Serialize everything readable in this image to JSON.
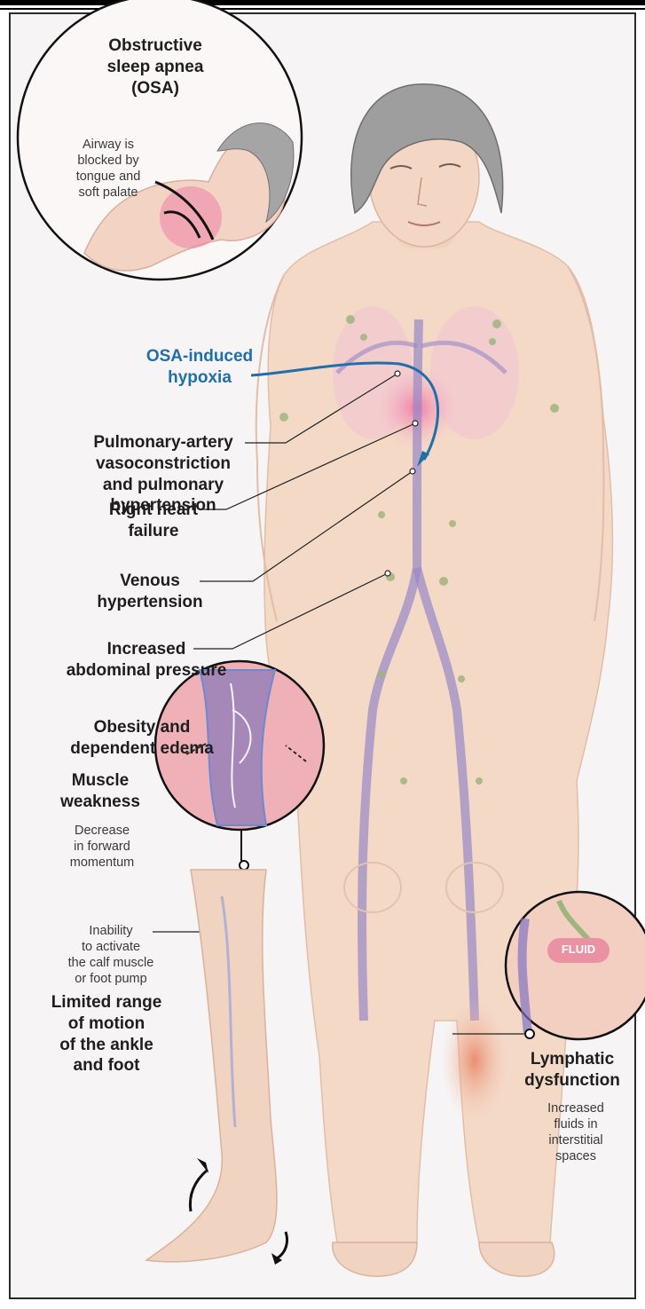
{
  "labels": {
    "osa_title": "Obstructive sleep apnea (OSA)",
    "osa_title_line1": "Obstructive",
    "osa_title_line2": "sleep apnea (OSA)",
    "airway_line1": "Airway is",
    "airway_line2": "blocked by",
    "airway_line3": "tongue and",
    "airway_line4": "soft palate",
    "hypoxia_line1": "OSA-induced",
    "hypoxia_line2": "hypoxia",
    "pulm_line1": "Pulmonary-artery",
    "pulm_line2": "vasoconstriction",
    "pulm_line3": "and pulmonary",
    "pulm_line4": "hypertension",
    "rhf_line1": "Right heart",
    "rhf_line2": "failure",
    "venous_line1": "Venous",
    "venous_line2": "hypertension",
    "abd_line1": "Increased",
    "abd_line2": "abdominal pressure",
    "obesity_line1": "Obesity and",
    "obesity_line2": "dependent edema",
    "muscle_line1": "Muscle",
    "muscle_line2": "weakness",
    "momentum_line1": "Decrease",
    "momentum_line2": "in forward",
    "momentum_line3": "momentum",
    "inability_line1": "Inability",
    "inability_line2": "to activate",
    "inability_line3": "the calf muscle",
    "inability_line4": "or foot pump",
    "rom_line1": "Limited range",
    "rom_line2": "of motion",
    "rom_line3": "of the ankle",
    "rom_line4": "and foot",
    "lymph_line1": "Lymphatic",
    "lymph_line2": "dysfunction",
    "fluids_line1": "Increased",
    "fluids_line2": "fluids in",
    "fluids_line3": "interstitial",
    "fluids_line4": "spaces",
    "fluid_tag": "FLUID"
  },
  "colors": {
    "accent_blue": "#1f6fa8",
    "skin": "#f3d6c4",
    "vessel": "#8f7fc0",
    "lymph": "#a5b982"
  }
}
